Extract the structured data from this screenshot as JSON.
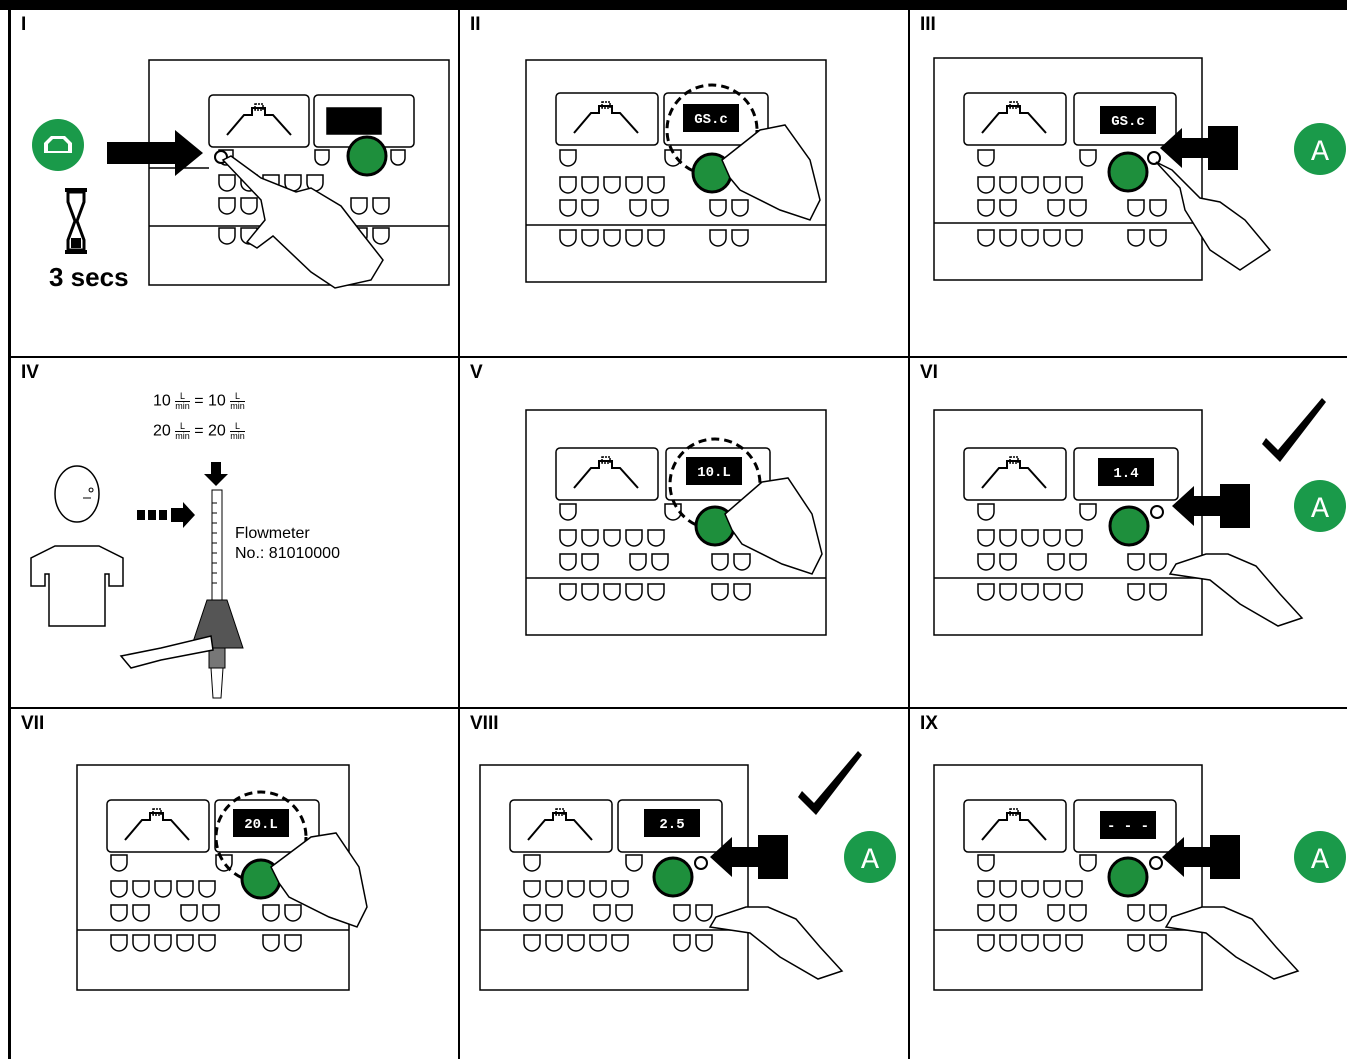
{
  "panels": [
    {
      "label": "I",
      "display": "- - -"
    },
    {
      "label": "II",
      "display": "GS.c"
    },
    {
      "label": "III",
      "display": "GS.c",
      "badge": "A"
    },
    {
      "label": "IV"
    },
    {
      "label": "V",
      "display": "10.L"
    },
    {
      "label": "VI",
      "display": "1.4",
      "badge": "A"
    },
    {
      "label": "VII",
      "display": "20.L"
    },
    {
      "label": "VIII",
      "display": "2.5",
      "badge": "A"
    },
    {
      "label": "IX",
      "display": "- - -",
      "badge": "A"
    }
  ],
  "hold_time": "3 secs",
  "flowmeter": {
    "line1": "Flowmeter",
    "line2": "No.: 81010000"
  },
  "equations": [
    {
      "left": "10",
      "right": "10",
      "unit_top": "L",
      "unit_bottom": "min"
    },
    {
      "left": "20",
      "right": "20",
      "unit_top": "L",
      "unit_bottom": "min"
    }
  ],
  "colors": {
    "accent": "#1a9a4a",
    "black": "#000000",
    "knob": "#1e8f3c"
  }
}
